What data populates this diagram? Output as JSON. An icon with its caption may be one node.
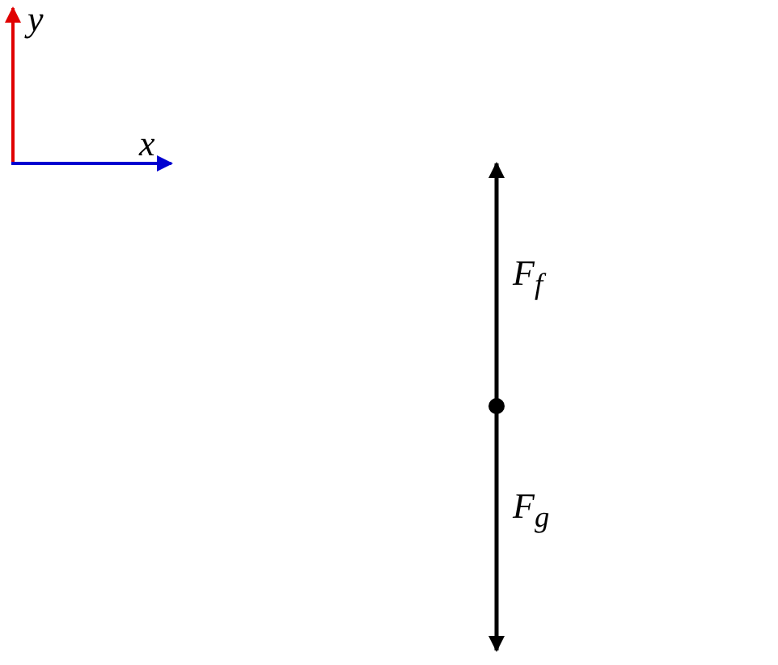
{
  "diagram": {
    "labels": [
      "y",
      "x",
      "F$_{f}$",
      "F$_{g}$"
    ]
  }
}
